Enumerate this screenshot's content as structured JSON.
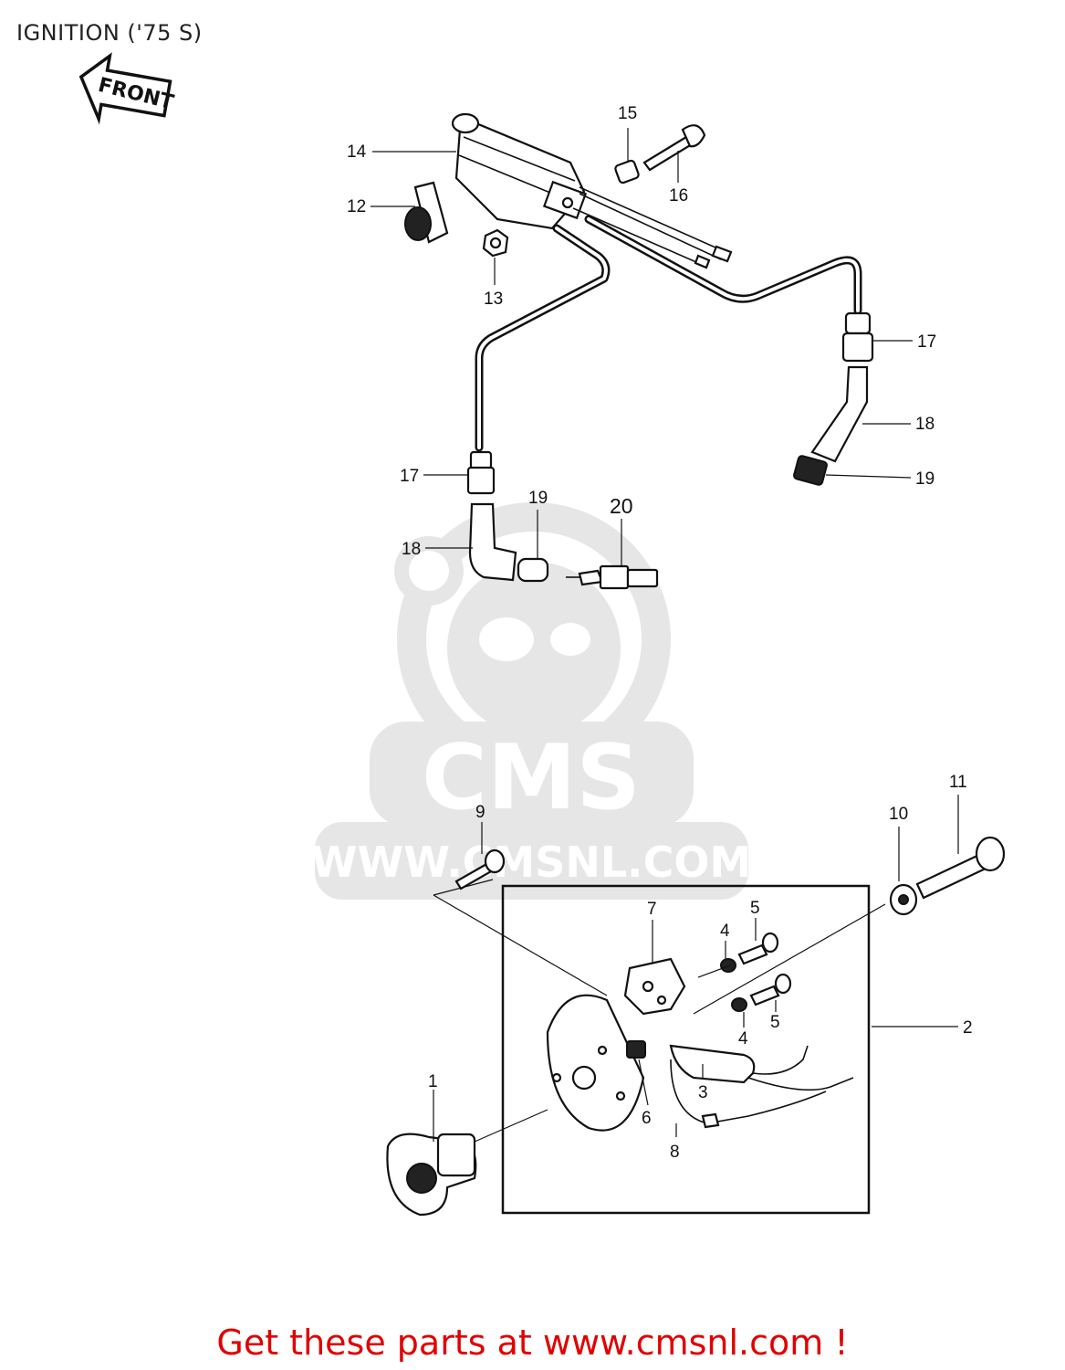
{
  "title": "IGNITION ('75 S)",
  "front_arrow_label": "FRONT",
  "watermark": {
    "logo_text": "CMS",
    "url_text": "WWW.CMSNL.COM"
  },
  "callouts": {
    "c1": "1",
    "c2": "2",
    "c3": "3",
    "c4a": "4",
    "c4b": "4",
    "c5a": "5",
    "c5b": "5",
    "c6": "6",
    "c7": "7",
    "c8": "8",
    "c9": "9",
    "c10": "10",
    "c11": "11",
    "c12": "12",
    "c13": "13",
    "c14": "14",
    "c15": "15",
    "c16": "16",
    "c17a": "17",
    "c17b": "17",
    "c18a": "18",
    "c18b": "18",
    "c19a": "19",
    "c19b": "19",
    "c20": "20"
  },
  "footer": "Get these parts at www.cmsnl.com !",
  "colors": {
    "footer": "#e10000",
    "ink": "#111111",
    "watermark": "#e6e6e6"
  }
}
